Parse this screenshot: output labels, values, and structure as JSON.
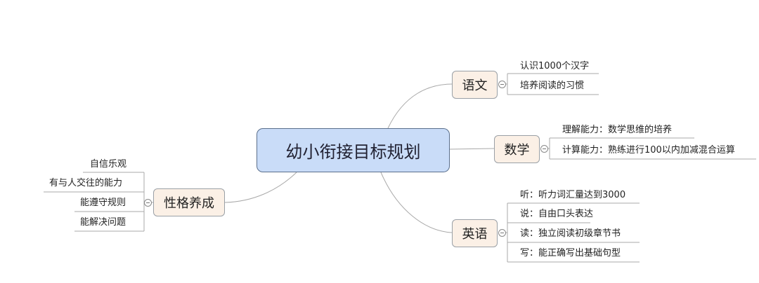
{
  "central": {
    "label": "幼小衔接目标规划"
  },
  "branches": {
    "chinese": {
      "label": "语文",
      "items": [
        "认识1000个汉字",
        "培养阅读的习惯"
      ]
    },
    "math": {
      "label": "数学",
      "items": [
        "理解能力：数学思维的培养",
        "计算能力：熟练进行100以内加减混合运算"
      ]
    },
    "english": {
      "label": "英语",
      "items": [
        "听：听力词汇量达到3000",
        "说：自由口头表达",
        "读：独立阅读初级章节书",
        "写：能正确写出基础句型"
      ]
    },
    "character": {
      "label": "性格养成",
      "items": [
        "自信乐观",
        "有与人交往的能力",
        "能遵守规则",
        "能解决问题"
      ]
    }
  },
  "colors": {
    "central_fill": "#c9dcf8",
    "topic_fill": "#fbf0e6",
    "connector": "#a8a8a8"
  }
}
